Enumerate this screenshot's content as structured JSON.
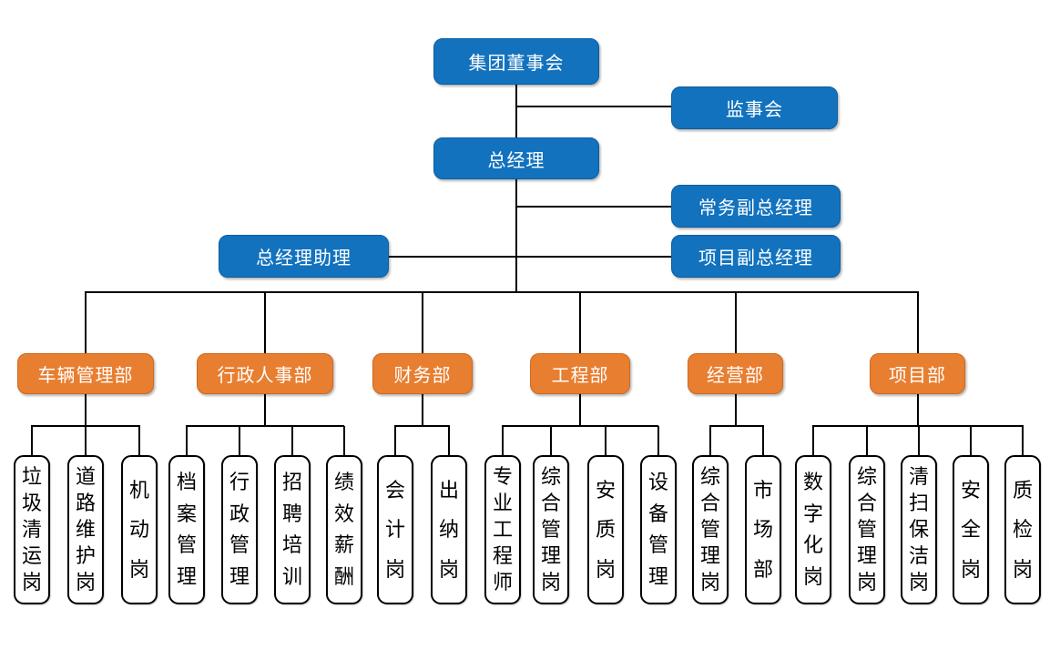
{
  "org": {
    "board": "集团董事会",
    "supervisory_board": "监事会",
    "general_manager": "总经理",
    "executive_deputy_gm": "常务副总经理",
    "gm_assistant": "总经理助理",
    "project_deputy_gm": "项目副总经理",
    "departments": [
      {
        "label": "车辆管理部",
        "posts": [
          "垃圾清运岗",
          "道路维护岗",
          "机动岗"
        ]
      },
      {
        "label": "行政人事部",
        "posts": [
          "档案管理",
          "行政管理",
          "招聘培训",
          "绩效薪酬"
        ]
      },
      {
        "label": "财务部",
        "posts": [
          "会计岗",
          "出纳岗"
        ]
      },
      {
        "label": "工程部",
        "posts": [
          "专业工程师",
          "综合管理岗",
          "安质岗",
          "设备管理"
        ]
      },
      {
        "label": "经营部",
        "posts": [
          "综合管理岗",
          "市场部"
        ]
      },
      {
        "label": "项目部",
        "posts": [
          "数字化岗",
          "综合管理岗",
          "清扫保洁岗",
          "安全岗",
          "质检岗"
        ]
      }
    ],
    "colors": {
      "node_blue": "#1272BE",
      "dept_orange": "#E87E30",
      "connector_line": "#000000",
      "post_background": "#FFFFFF",
      "post_border": "#000000",
      "text_on_color": "#FFFFFF",
      "post_text": "#000000"
    }
  }
}
